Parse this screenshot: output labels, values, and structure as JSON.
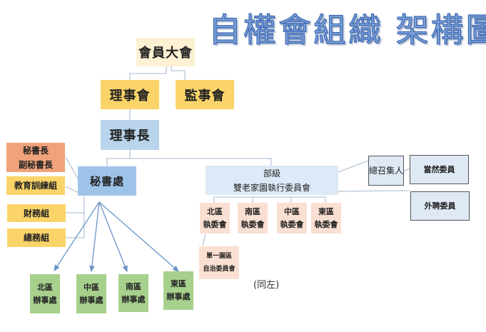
{
  "title": "自權會組織 架構圖",
  "nodes": {
    "general_assembly": "會員大會",
    "board_directors": "理事會",
    "board_supervisors": "監事會",
    "chairman": "理事長",
    "secretariat": "秘書處",
    "secretary_general": [
      "秘書長",
      "副秘書長"
    ],
    "education_training": "教育訓練組",
    "finance": "財務組",
    "general_affairs": "總務組",
    "ministry_committee": [
      "部級",
      "雙老家園執行委員會"
    ],
    "convener": "總召集人",
    "ex_officio": "當然委員",
    "external": "外聘委員",
    "regional_committees": [
      [
        "北區",
        "執委會"
      ],
      [
        "南區",
        "執委會"
      ],
      [
        "中區",
        "執委會"
      ],
      [
        "東區",
        "執委會"
      ]
    ],
    "single_park": [
      "單一園區",
      "自治委員會"
    ],
    "same_as_left": "(同左)",
    "regional_offices": [
      [
        "北區",
        "辦事處"
      ],
      [
        "中區",
        "辦事處"
      ],
      [
        "南區",
        "辦事處"
      ],
      [
        "東區",
        "辦事處"
      ]
    ]
  }
}
